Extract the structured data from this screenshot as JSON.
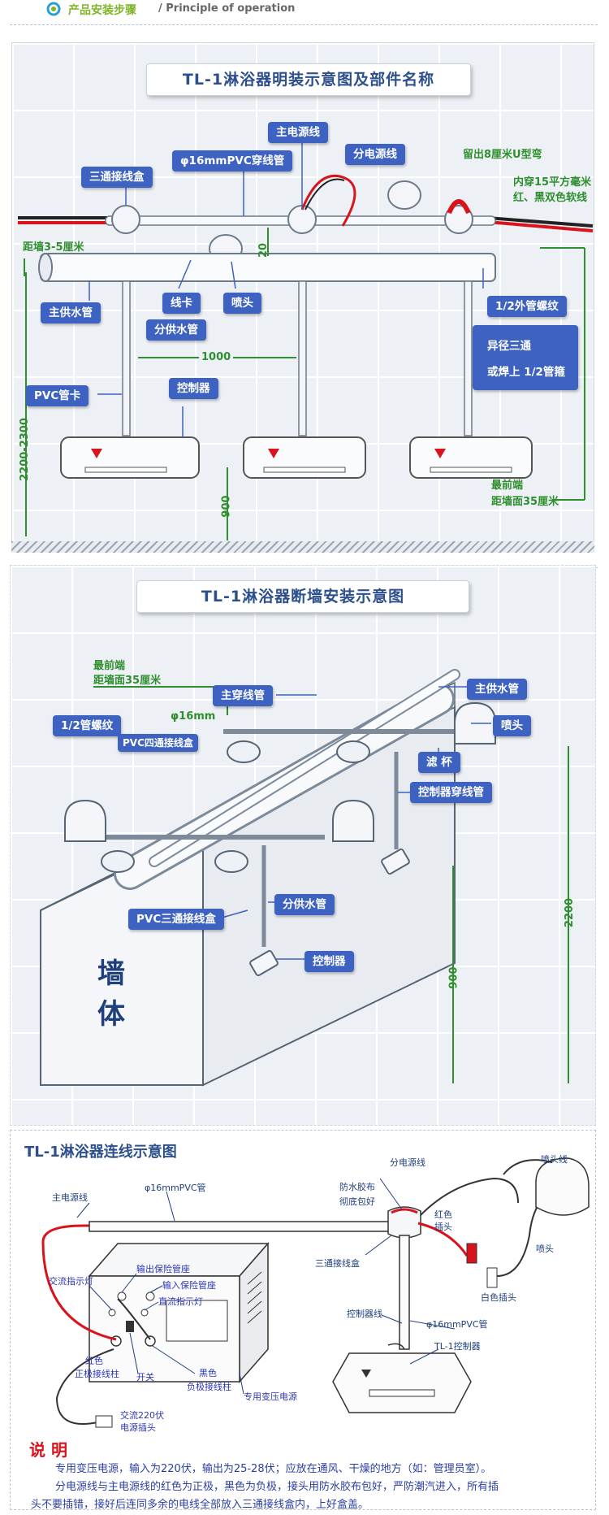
{
  "header": {
    "title_zh": "产品安装步骤",
    "title_en": "Principle of operation",
    "separator": "/"
  },
  "diagram1": {
    "title": "TL-1淋浴器明装示意图及部件名称",
    "labels": {
      "main_line": "主电源线",
      "pipe16": "φ16mmPVC穿线管",
      "branch_line": "分电源线",
      "tbox": "三通接线盒",
      "ubend": "留出8厘米U型弯",
      "wire_spec_1": "内穿15平方毫米",
      "wire_spec_2": "红、黑双色软线",
      "wall_dist": "距墙3-5厘米",
      "main_water": "主供水管",
      "clip": "线卡",
      "nozzle": "喷头",
      "branch_water": "分供水管",
      "thread": "1/2外管螺纹",
      "reducer_1": "异径三通",
      "reducer_2": "或焊上 1/2管箍",
      "pvc_clip": "PVC管卡",
      "controller": "控制器",
      "front_1": "最前端",
      "front_2": "距墙面35厘米"
    },
    "dims": {
      "d20": "20",
      "d1000": "1000",
      "d2200": "2200-2300",
      "d900": "900"
    }
  },
  "diagram2": {
    "title": "TL-1淋浴器断墙安装示意图",
    "labels": {
      "front_1": "最前端",
      "front_2": "距墙面35厘米",
      "main_conduit": "主穿线管",
      "main_water": "主供水管",
      "phi16": "φ16mm",
      "thread": "1/2管螺纹",
      "nozzle": "喷头",
      "pvc4": "PVC四通接线盒",
      "filter": "滤 杯",
      "ctrl_conduit": "控制器穿线管",
      "pvc3": "PVC三通接线盒",
      "branch_water": "分供水管",
      "controller": "控制器",
      "wall": "墙",
      "wall2": "体"
    },
    "dims": {
      "d2200": "2200",
      "d900": "900"
    }
  },
  "diagram3": {
    "title": "TL-1淋浴器连线示意图",
    "labels": {
      "main_line": "主电源线",
      "pipe16": "φ16mmPVC管",
      "branch_line": "分电源线",
      "shower_line": "喷头线",
      "tape": "防水胶布",
      "tape2": "彻底包好",
      "red_plug_1": "红色",
      "red_plug_2": "插头",
      "shower": "喷头",
      "white_plug": "白色插头",
      "tbox": "三通接线盒",
      "ac_led": "交流指示灯",
      "out_fuse": "输出保险管座",
      "in_fuse": "输入保险管座",
      "dc_led": "直流指示灯",
      "ctrl_line": "控制器线",
      "pipe16b": "φ16mmPVC管",
      "tl1": "TL-1控制器",
      "red_1": "红色",
      "red_2": "正极接线柱",
      "switch": "开关",
      "black_1": "黑色",
      "black_2": "负极接线柱",
      "transformer": "专用变压电源",
      "ac_plug_1": "交流220伏",
      "ac_plug_2": "电源插头"
    }
  },
  "notes": {
    "heading": "说 明",
    "line1": "专用变压电源，输入为220伏，输出为25-28伏；应放在通风、干燥的地方（如：管理员室）。",
    "line2": "分电源线与主电源线的红色为正极，黑色为负极，接头用防水胶布包好，严防潮汽进入，所有插",
    "line3": "头不要插错，接好后连同多余的电线全部放入三通接线盒内，上好盒盖。"
  },
  "colors": {
    "label_bg": "#3d62c1",
    "green": "#2f8e2f",
    "accent": "#7fb528",
    "wire_red": "#d8131b"
  }
}
